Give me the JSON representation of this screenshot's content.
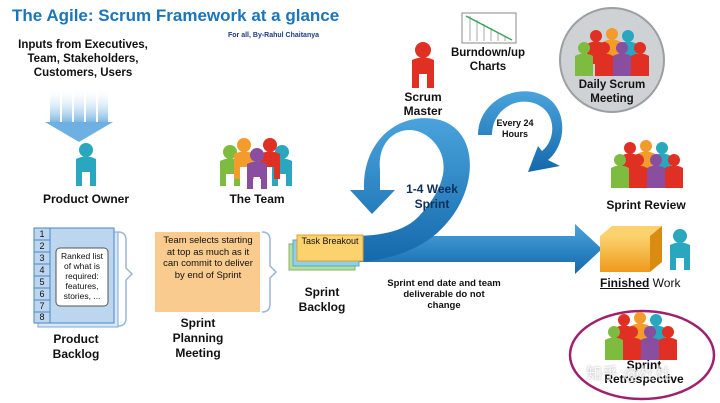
{
  "header": {
    "title": "The Agile: Scrum Framework at a glance",
    "subtitle": "For all, By-Rahul Chaitanya"
  },
  "inputs": {
    "text": "Inputs from Executives, Team, Stakeholders, Customers, Users"
  },
  "roles": {
    "product_owner": "Product Owner",
    "the_team": "The Team",
    "scrum_master": "Scrum Master"
  },
  "product_backlog": {
    "numbers": [
      "1",
      "2",
      "3",
      "4",
      "5",
      "6",
      "7",
      "8"
    ],
    "note": "Ranked list of what is required: features, stories, ...",
    "label": "Product Backlog"
  },
  "sprint_planning": {
    "note": "Team selects starting at top as much as it can commit to deliver by end of Sprint",
    "label": "Sprint Planning Meeting"
  },
  "sprint_backlog": {
    "task_label": "Task Breakout",
    "label": "Sprint Backlog"
  },
  "sprint": {
    "cycle_label": "1-4 Week Sprint",
    "daily_label": "Every 24 Hours",
    "end_note": "Sprint end date and team deliverable do not change"
  },
  "artifacts": {
    "burndown": "Burndown/up Charts",
    "daily_scrum": "Daily Scrum Meeting",
    "sprint_review": "Sprint Review",
    "finished_work_a": "Finished",
    "finished_work_b": " Work",
    "retrospective_a": "Sprint",
    "retrospective_b": "Retrospective"
  },
  "watermark": "知乎 @杜杜",
  "colors": {
    "title_blue": "#1b75bb",
    "arrow_blue": "#1c82c4",
    "backlog_blue": "#bcd6ef",
    "planning_orange": "#f9cb8f",
    "person_teal": "#29a7bf",
    "person_red": "#e03024",
    "person_green": "#7ebc3f",
    "person_purple": "#8a4ea0",
    "person_orange": "#f39b2b",
    "circle_magenta": "#a0206e"
  }
}
